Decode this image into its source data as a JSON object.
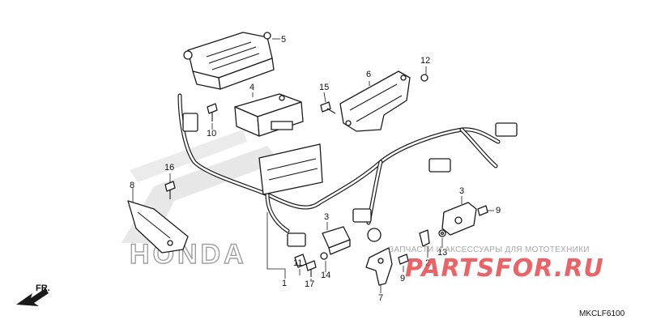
{
  "diagram": {
    "callouts": [
      {
        "id": "c5",
        "text": "5"
      },
      {
        "id": "c4",
        "text": "4"
      },
      {
        "id": "c10",
        "text": "10"
      },
      {
        "id": "c15",
        "text": "15"
      },
      {
        "id": "c6",
        "text": "6"
      },
      {
        "id": "c12",
        "text": "12"
      },
      {
        "id": "c16",
        "text": "16"
      },
      {
        "id": "c8",
        "text": "8"
      },
      {
        "id": "c3a",
        "text": "3"
      },
      {
        "id": "c3b",
        "text": "3"
      },
      {
        "id": "c9a",
        "text": "9"
      },
      {
        "id": "c2",
        "text": "2"
      },
      {
        "id": "c13",
        "text": "13"
      },
      {
        "id": "c11",
        "text": "11"
      },
      {
        "id": "c14",
        "text": "14"
      },
      {
        "id": "c17",
        "text": "17"
      },
      {
        "id": "c1",
        "text": "1"
      },
      {
        "id": "c9b",
        "text": "9"
      },
      {
        "id": "c7",
        "text": "7"
      }
    ],
    "front_label": "FR.",
    "diagram_code": "MKCLF6100",
    "brand_watermark": "HONDA",
    "watermark_logo": "PARTSFOR.RU",
    "watermark_caption": "ЗАПЧАСТИ И АКСЕССУАРЫ ДЛЯ МОТОТЕХНИКИ",
    "watermark_color": "#e8484c"
  }
}
